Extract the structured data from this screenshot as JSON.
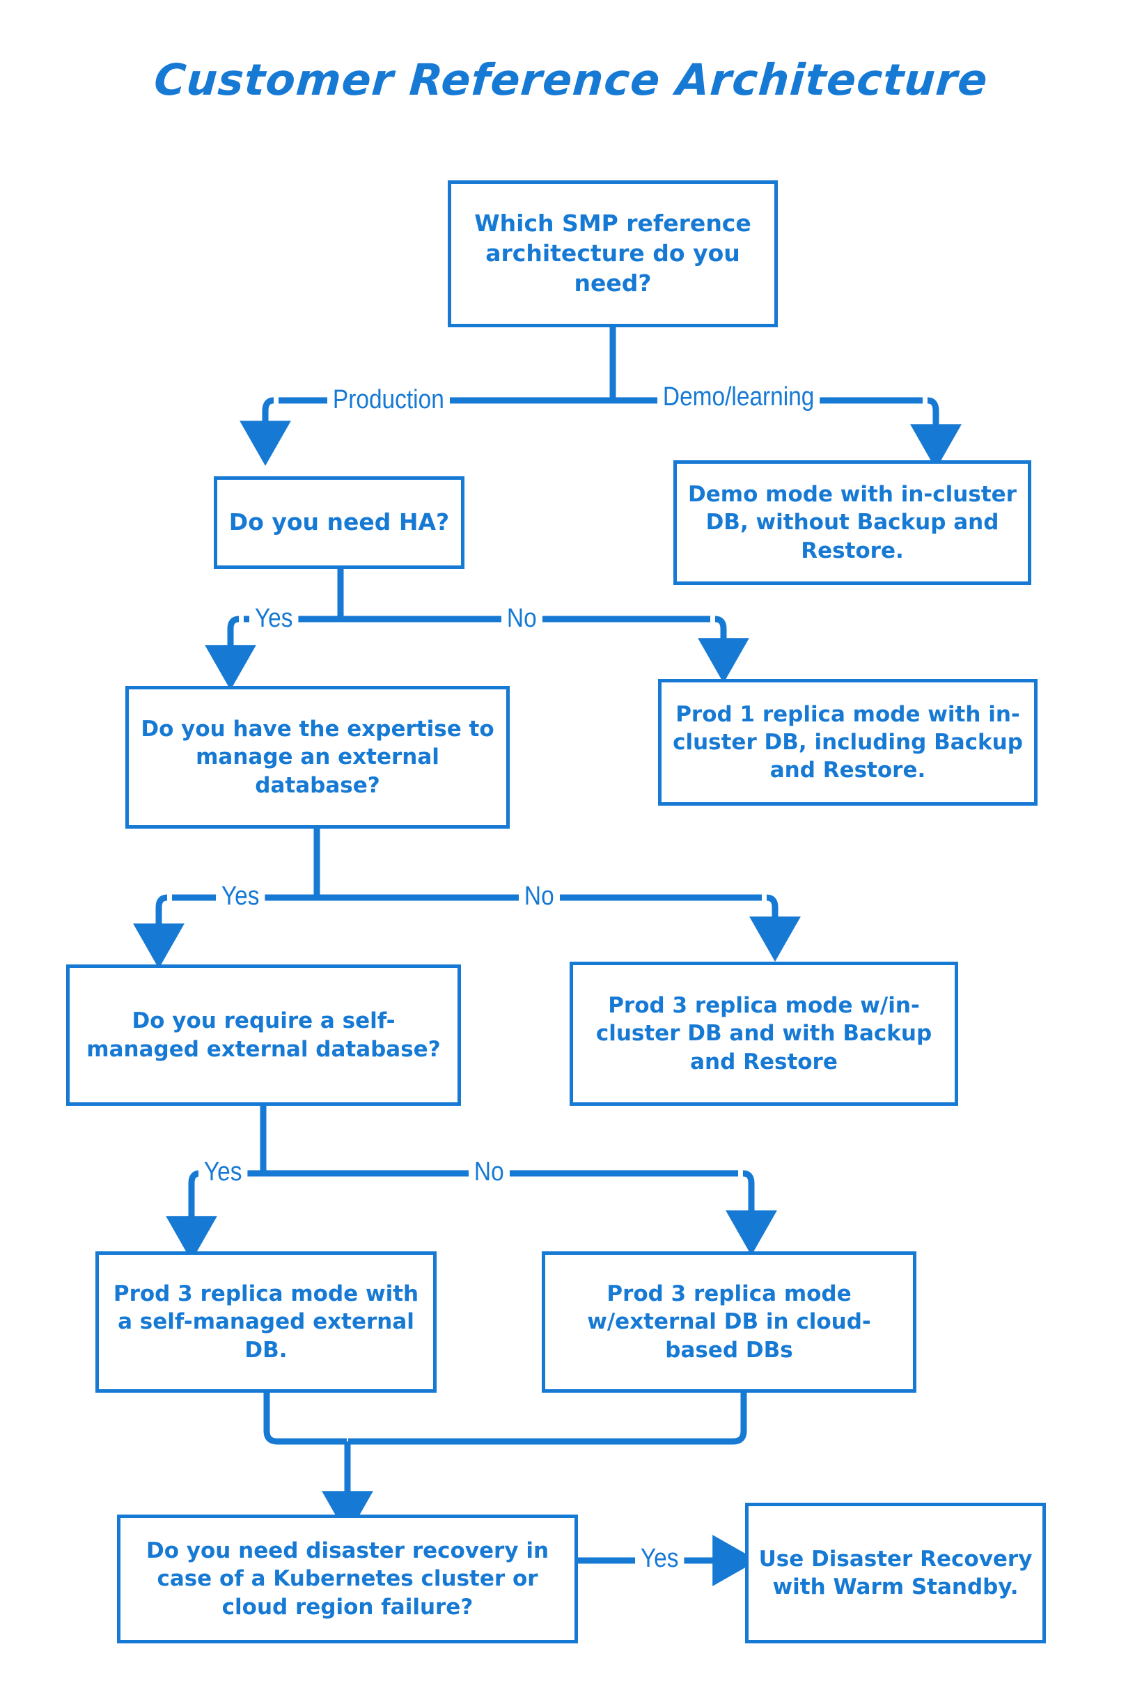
{
  "page": {
    "title": "Customer Reference Architecture",
    "accent_color": "#1679d4",
    "background_color": "#ffffff",
    "diagram_type": "decision-flowchart"
  },
  "nodes": {
    "root_question": "Which SMP reference architecture do you need?",
    "demo_outcome": "Demo mode with in-cluster DB, without Backup and Restore.",
    "ha_question": "Do you need HA?",
    "prod1_outcome": "Prod 1 replica mode with in-cluster DB, including Backup and Restore.",
    "expertise_question": "Do you have the expertise to manage an external database?",
    "prod3_incluster_outcome": "Prod 3 replica mode w/in-cluster DB and with Backup and Restore",
    "selfmanaged_question": "Do you require a self-managed external database?",
    "prod3_selfmanaged_outcome": "Prod 3 replica mode with a self-managed external DB.",
    "prod3_cloud_outcome": "Prod 3 replica mode w/external DB in cloud-based DBs",
    "dr_question": "Do you need disaster recovery in case of a Kubernetes cluster or cloud region failure?",
    "dr_outcome": "Use Disaster Recovery with Warm Standby."
  },
  "edge_labels": {
    "production": "Production",
    "demo_learning": "Demo/learning",
    "ha_yes": "Yes",
    "ha_no": "No",
    "expertise_yes": "Yes",
    "expertise_no": "No",
    "selfmanaged_yes": "Yes",
    "selfmanaged_no": "No",
    "dr_yes": "Yes"
  }
}
